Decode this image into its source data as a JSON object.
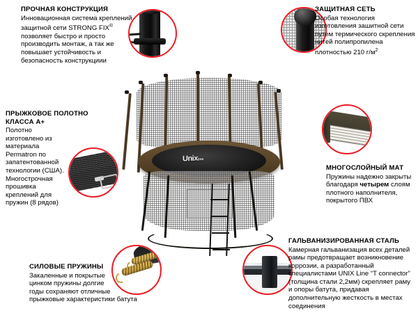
{
  "page": {
    "language": "ru",
    "product_brand": "Unix line",
    "background_color": "#ffffff",
    "accent_color": "#ed1c24"
  },
  "features": [
    {
      "id": "strong-construction",
      "title": "ПРОЧНАЯ КОНСТРУКЦИЯ",
      "body_lines": [
        "Инновационная система креплений",
        "защитной сети STRONG FIX",
        "позволяет быстро и просто",
        "производить монтаж, а так же",
        "повышает устойчивость и",
        "безопасность конструкциии"
      ],
      "trademark_symbol": "®",
      "callout_icon": "pole-clamp-icon"
    },
    {
      "id": "safety-net",
      "title": "ЗАЩИТНАЯ СЕТЬ",
      "body_lines": [
        "Особая технология",
        "изготовления зашитной сети",
        "путем термического скрепления",
        "нитей полипропилена",
        "плотностью 210 г/м"
      ],
      "superscript": "2",
      "callout_icon": "net-pole-cap-icon"
    },
    {
      "id": "jump-mat",
      "title_line1": "ПРЫЖКОВОЕ ПОЛОТНО",
      "title_line2": "КЛАССА А+",
      "body_lines": [
        "Полотно изготовлено из",
        "материала Permatron по",
        "запатентованной",
        "технологии (США).",
        "Многострочная",
        "прошивка",
        "креплений для",
        "пружин (8 рядов)"
      ],
      "callout_icon": "jump-mat-weave-icon"
    },
    {
      "id": "multilayer-mat",
      "title": "МНОГОСЛОЙНЫЙ МАТ",
      "body_lines": [
        "Пружины надежно закрыты",
        "благодаря четырем слоям",
        "плотного наполнителя,",
        "покрытого ПВХ"
      ],
      "bold_word": "четырем",
      "callout_icon": "multilayer-pad-icon"
    },
    {
      "id": "power-springs",
      "title": "СИЛОВЫЕ ПРУЖИНЫ",
      "body_lines": [
        "Закаленные и покрытые",
        "цинком пружины долгие",
        "годы сохраняют отличные",
        "прыжковые характеристики батута"
      ],
      "callout_icon": "spring-icon"
    },
    {
      "id": "galvanized-steel",
      "title": "ГАЛЬВАНИЗИРОВАННАЯ СТАЛЬ",
      "body_lines": [
        "Камерная гальванизация всех деталей",
        "рамы предотвращает возникновение",
        "коррозии, а разработанный",
        "специалистами  UNIX Line “T connector”",
        "(толщина стали 2,2мм) скрепляет раму",
        "и опоры батута, придавая",
        "дополнительную жесткость в местах",
        "соединения"
      ],
      "callout_icon": "t-connector-icon"
    }
  ],
  "trampoline": {
    "logo_main": "Unix",
    "logo_sub": "line",
    "alt": "round trampoline with safety net, enclosure poles and ladder"
  }
}
